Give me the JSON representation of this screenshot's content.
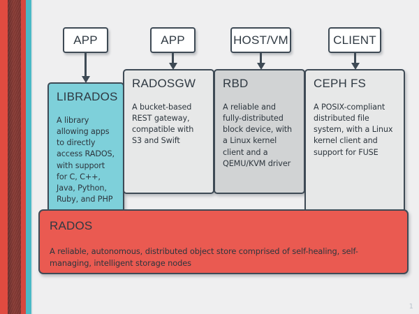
{
  "slide": {
    "page_number": "1",
    "background_color": "#efeff0"
  },
  "decor": {
    "stripe_red_outer": "#e04b40",
    "stripe_maroon": "#7d3632",
    "stripe_red_inner": "#d8483e",
    "stripe_teal": "#4bb9c6"
  },
  "clients": [
    {
      "label": "APP"
    },
    {
      "label": "APP"
    },
    {
      "label": "HOST/VM"
    },
    {
      "label": "CLIENT"
    }
  ],
  "panels": [
    {
      "title": "LIBRADOS",
      "description": "A library allowing apps to directly access RADOS, with support for C, C++, Java, Python, Ruby, and PHP",
      "color": "#7ed0da"
    },
    {
      "title": "RADOSGW",
      "description": "A bucket-based REST gateway, compatible with S3 and Swift",
      "color": "#e7e8e8"
    },
    {
      "title": "RBD",
      "description": "A reliable and fully-distributed block device, with a Linux kernel client and a QEMU/KVM driver",
      "color": "#d1d3d4"
    },
    {
      "title": "CEPH FS",
      "description": "A POSIX-compliant distributed file system, with a Linux kernel client and support for FUSE",
      "color": "#e7e8e8"
    }
  ],
  "foundation": {
    "title": "RADOS",
    "description": "A reliable, autonomous, distributed object store comprised of self-healing, self-managing, intelligent storage nodes",
    "color": "#ea5a51"
  }
}
